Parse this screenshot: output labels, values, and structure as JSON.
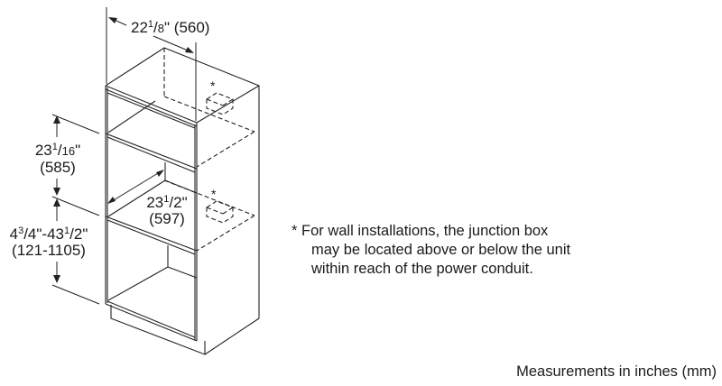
{
  "dimensions": {
    "width": {
      "whole": "22",
      "num": "1",
      "den": "8",
      "mm": "(560)"
    },
    "opening_height": {
      "whole": "23",
      "num": "1",
      "den": "16",
      "mm": "(585)"
    },
    "depth": {
      "whole": "23",
      "num": "1",
      "den": "2",
      "mm": "(597)"
    },
    "floor_height": {
      "a_whole": "4",
      "a_num": "3",
      "a_den": "4",
      "b_whole": "43",
      "b_num": "1",
      "b_den": "2",
      "mm": "(121-1105)"
    }
  },
  "note": {
    "line1": "* For wall installations, the junction box",
    "line2": "may be located above or below the unit",
    "line3": "within reach of the power conduit."
  },
  "junction_marker": "*",
  "footer": "Measurements in inches (mm)"
}
